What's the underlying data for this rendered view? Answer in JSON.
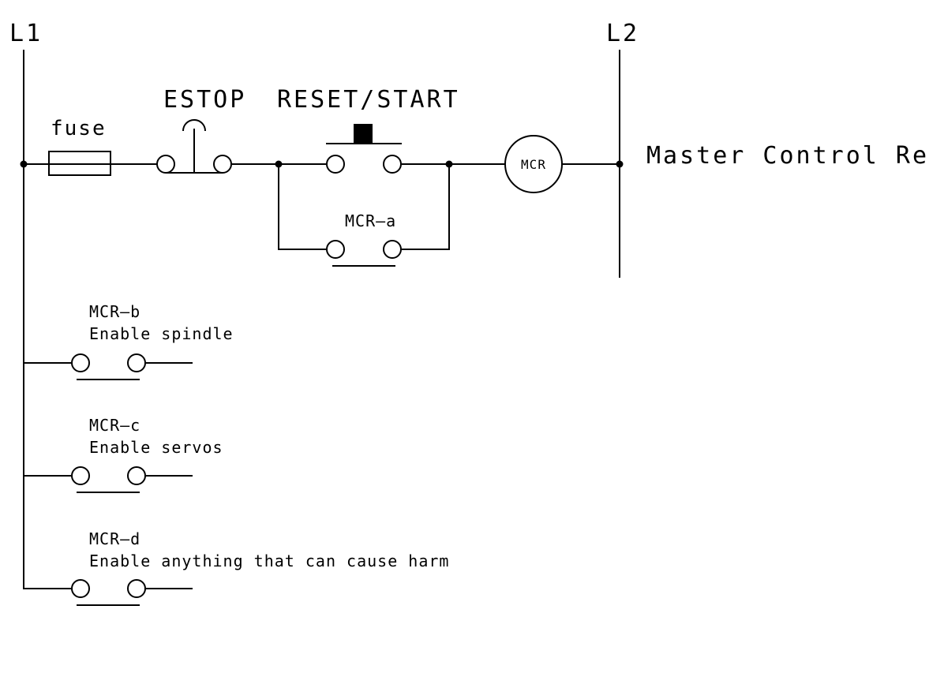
{
  "rails": {
    "left_label": "L1",
    "right_label": "L2"
  },
  "rung1": {
    "fuse_label": "fuse",
    "estop_label": "ESTOP",
    "reset_label": "RESET/START",
    "coil_label": "MCR",
    "coil_description": "Master Control Relay",
    "holding_contact_label": "MCR–a"
  },
  "outputs": [
    {
      "contact": "MCR–b",
      "description": "Enable spindle"
    },
    {
      "contact": "MCR–c",
      "description": "Enable servos"
    },
    {
      "contact": "MCR–d",
      "description": "Enable anything that can cause harm"
    }
  ]
}
